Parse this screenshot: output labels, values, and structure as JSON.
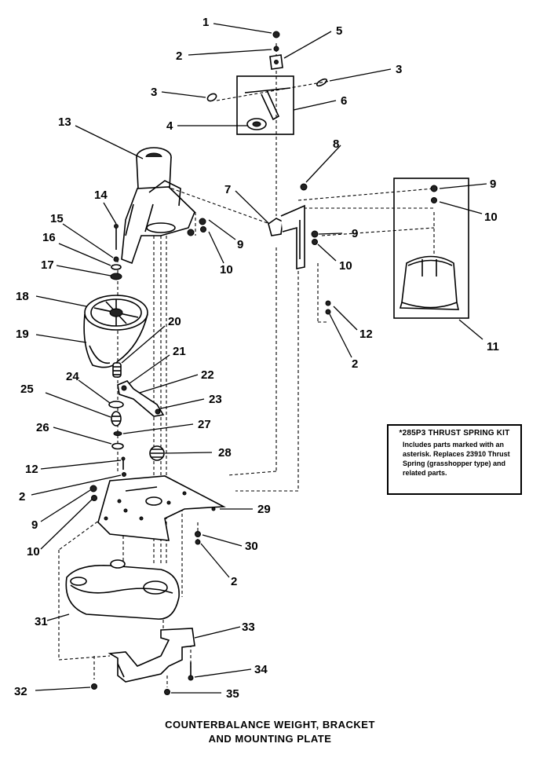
{
  "callouts": [
    "1",
    "2",
    "3",
    "3",
    "4",
    "5",
    "6",
    "7",
    "8",
    "9",
    "10",
    "11",
    "12",
    "2",
    "13",
    "14",
    "15",
    "16",
    "17",
    "18",
    "19",
    "20",
    "21",
    "22",
    "23",
    "24",
    "25",
    "26",
    "27",
    "28",
    "12",
    "2",
    "9",
    "10",
    "29",
    "30",
    "2",
    "31",
    "33",
    "34",
    "32",
    "35",
    "9",
    "10"
  ],
  "note": {
    "title": "*285P3 THRUST SPRING KIT",
    "text": "Includes parts marked with an asterisk. Replaces 23910 Thrust Spring (grasshopper type) and related parts."
  },
  "caption": {
    "line1": "COUNTERBALANCE WEIGHT, BRACKET",
    "line2": "AND MOUNTING PLATE"
  }
}
